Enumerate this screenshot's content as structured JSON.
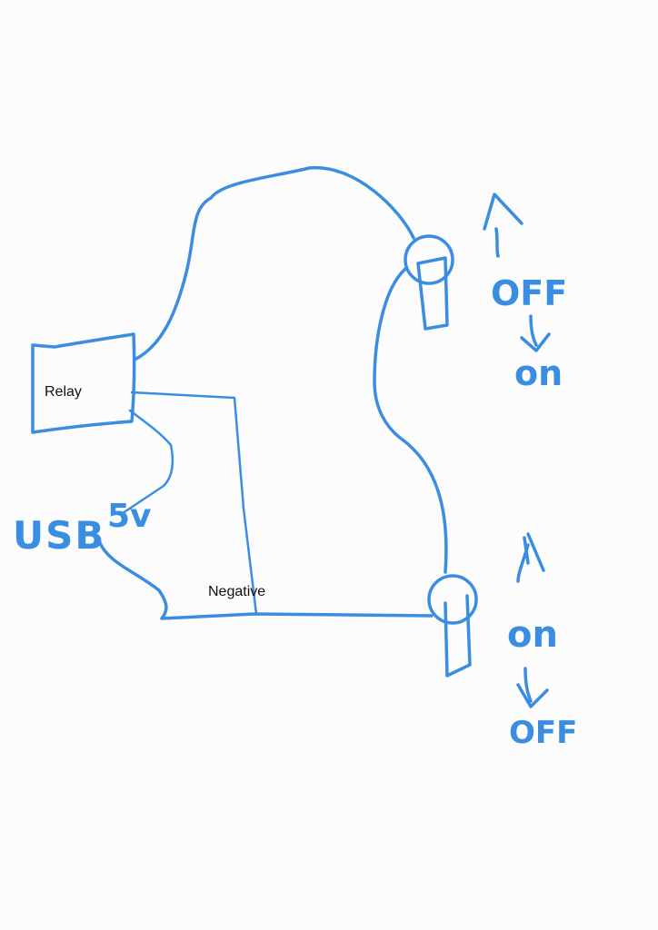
{
  "colors": {
    "ink": "#3a8de0",
    "paper": "#fcfcfc",
    "label_text": "#111111"
  },
  "labels": {
    "relay": "Relay",
    "negative": "Negative"
  },
  "handwritten": {
    "usb": "USB",
    "volts": "5v",
    "top_switch": {
      "upper": "OFF",
      "lower": "on"
    },
    "bottom_switch": {
      "upper": "on",
      "lower": "OFF"
    }
  }
}
